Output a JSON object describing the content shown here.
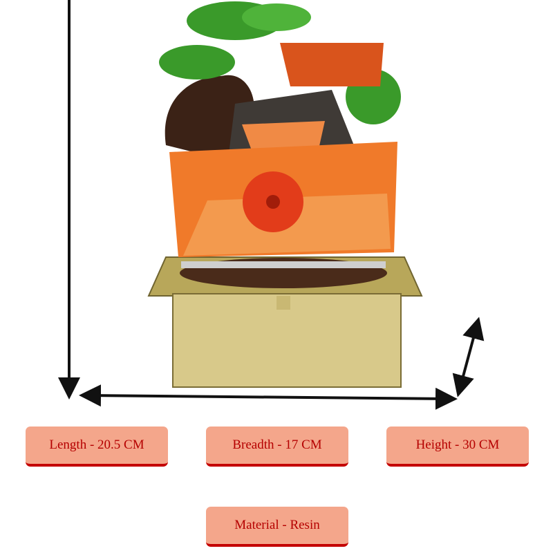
{
  "labels": {
    "length": "Length - 20.5 CM",
    "breadth": "Breadth - 17 CM",
    "height": "Height - 30 CM",
    "material": "Material - Resin"
  },
  "colors": {
    "label_fill": "#f4a68b",
    "label_border": "#c40000",
    "label_text": "#b50000"
  }
}
